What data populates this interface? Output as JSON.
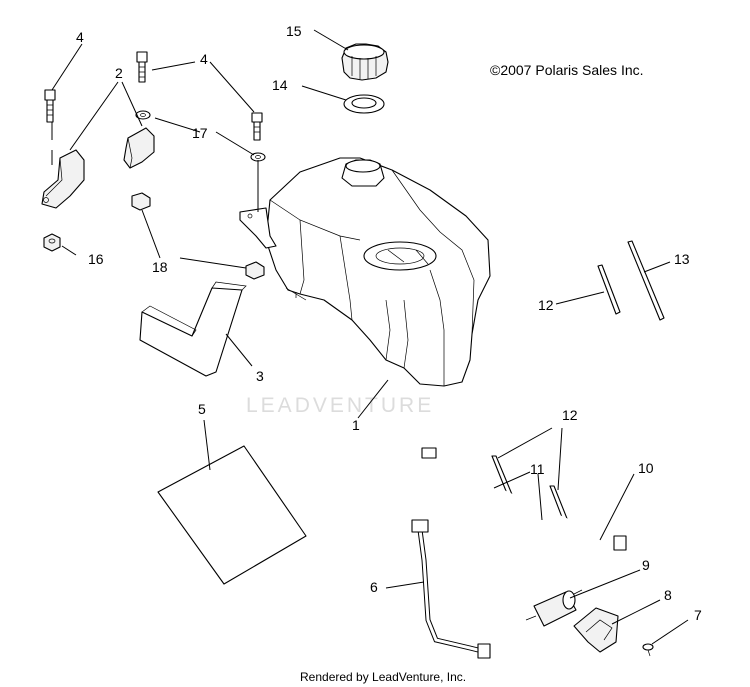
{
  "copyright": "©2007 Polaris Sales Inc.",
  "watermark": "LEADVENTURE",
  "footer": "Rendered by LeadVenture, Inc.",
  "callouts": {
    "c1": "1",
    "c2": "2",
    "c3": "3",
    "c4a": "4",
    "c4b": "4",
    "c5": "5",
    "c6": "6",
    "c7": "7",
    "c8": "8",
    "c9": "9",
    "c10": "10",
    "c11": "11",
    "c12a": "12",
    "c12b": "12",
    "c13": "13",
    "c14": "14",
    "c15": "15",
    "c16": "16",
    "c17": "17",
    "c18": "18"
  }
}
